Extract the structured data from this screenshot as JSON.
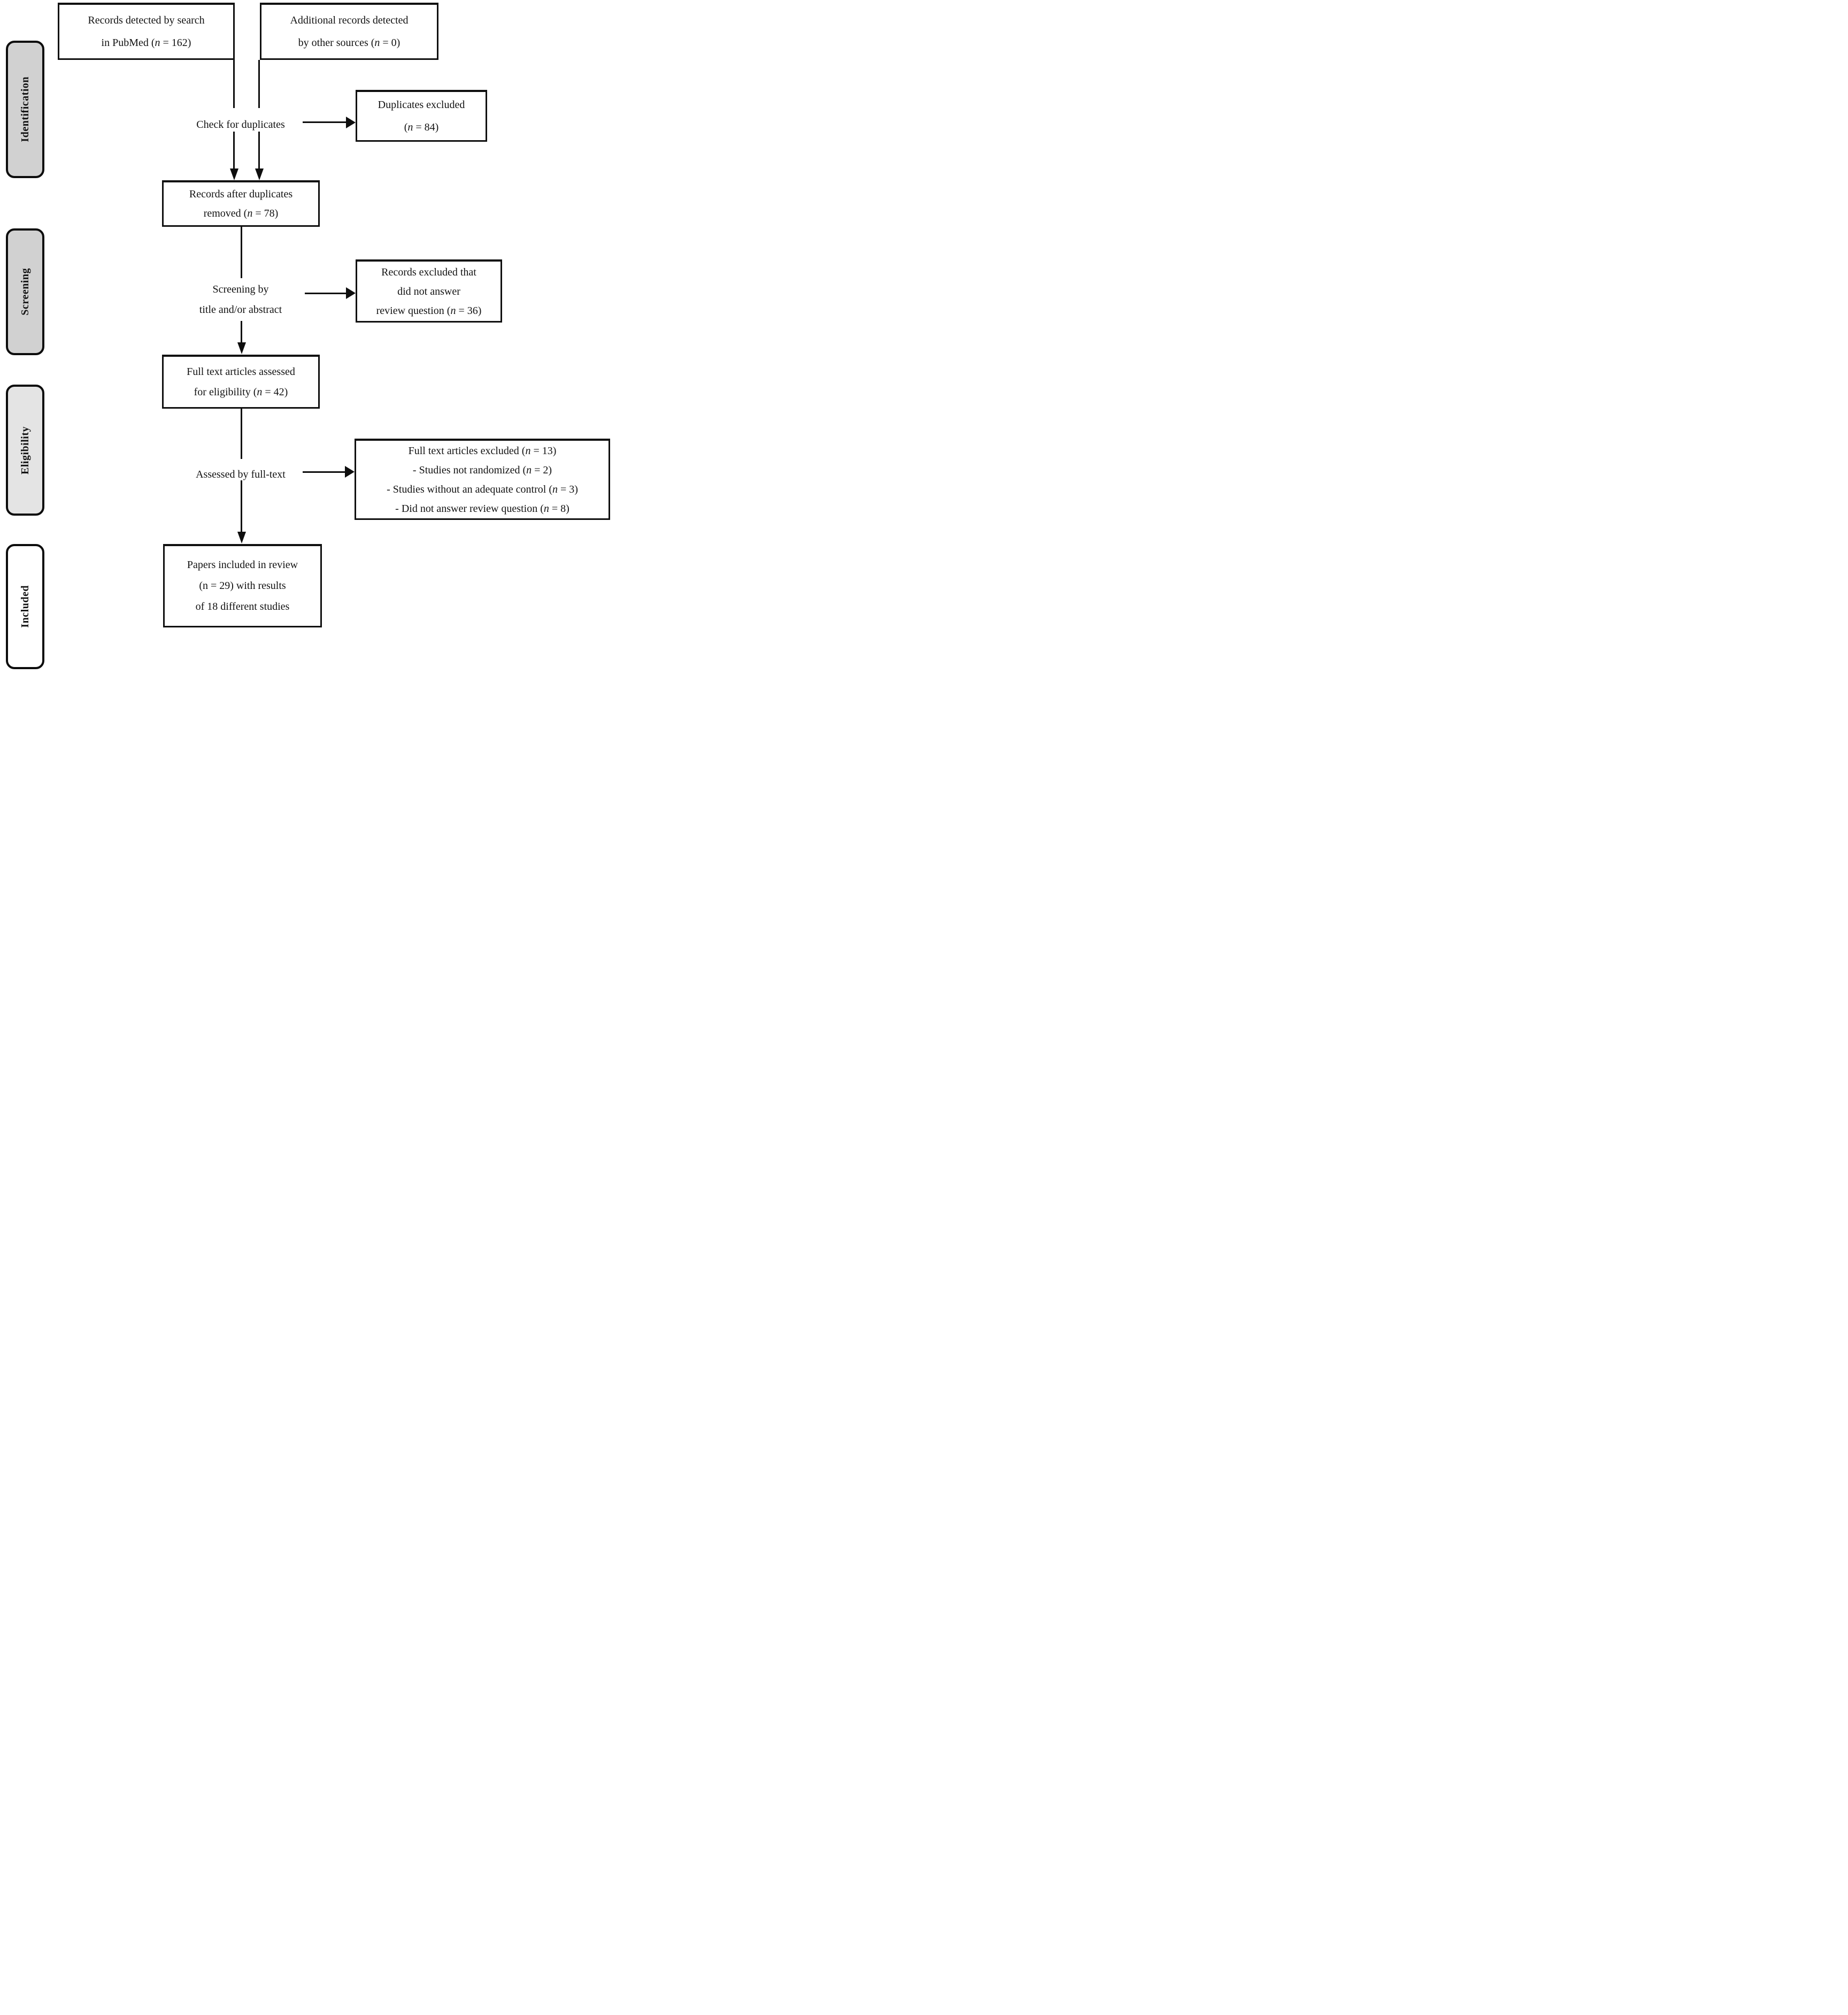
{
  "diagram": {
    "stages": [
      {
        "id": "identification",
        "label": "Identification",
        "fill": "#d1d1d1"
      },
      {
        "id": "screening",
        "label": "Screening",
        "fill": "#d1d1d1"
      },
      {
        "id": "eligibility",
        "label": "Eligibility",
        "fill": "#e4e4e4"
      },
      {
        "id": "included",
        "label": "Included",
        "fill": "#ffffff"
      }
    ],
    "boxes": {
      "pubmed": {
        "lines": [
          "Records detected by search",
          "in PubMed (n = 162)"
        ],
        "italic_n": true
      },
      "other_sources": {
        "lines": [
          "Additional records detected",
          "by other sources (n = 0)"
        ],
        "italic_n": true
      },
      "duplicates_excluded": {
        "lines": [
          "Duplicates excluded",
          "(n = 84)"
        ],
        "italic_n": true
      },
      "after_duplicates": {
        "lines": [
          "Records after duplicates",
          "removed (n = 78)"
        ],
        "italic_n": true
      },
      "records_excluded": {
        "lines": [
          "Records excluded that",
          "did not answer",
          "review question (n = 36)"
        ],
        "italic_n": true
      },
      "fulltext_assessed": {
        "lines": [
          "Full text articles assessed",
          "for eligibility (n = 42)"
        ],
        "italic_n": true
      },
      "fulltext_excluded": {
        "lines": [
          "Full text articles excluded (n = 13)",
          "- Studies not randomized (n = 2)",
          "- Studies without an adequate control (n = 3)",
          "- Did not answer review question (n = 8)"
        ],
        "italic_n": true
      },
      "included_papers": {
        "lines": [
          "Papers included in review",
          "(n = 29) with results",
          "of 18 different studies"
        ],
        "italic_n": false
      }
    },
    "labels": {
      "check_duplicates": {
        "lines": [
          "Check for duplicates"
        ]
      },
      "screening_by": {
        "lines": [
          "Screening by",
          "title and/or abstract"
        ]
      },
      "assessed_fulltext": {
        "lines": [
          "Assessed by full-text"
        ]
      }
    },
    "colors": {
      "line": "#0e0e0e",
      "box_border": "#101010",
      "text": "#121212"
    }
  }
}
